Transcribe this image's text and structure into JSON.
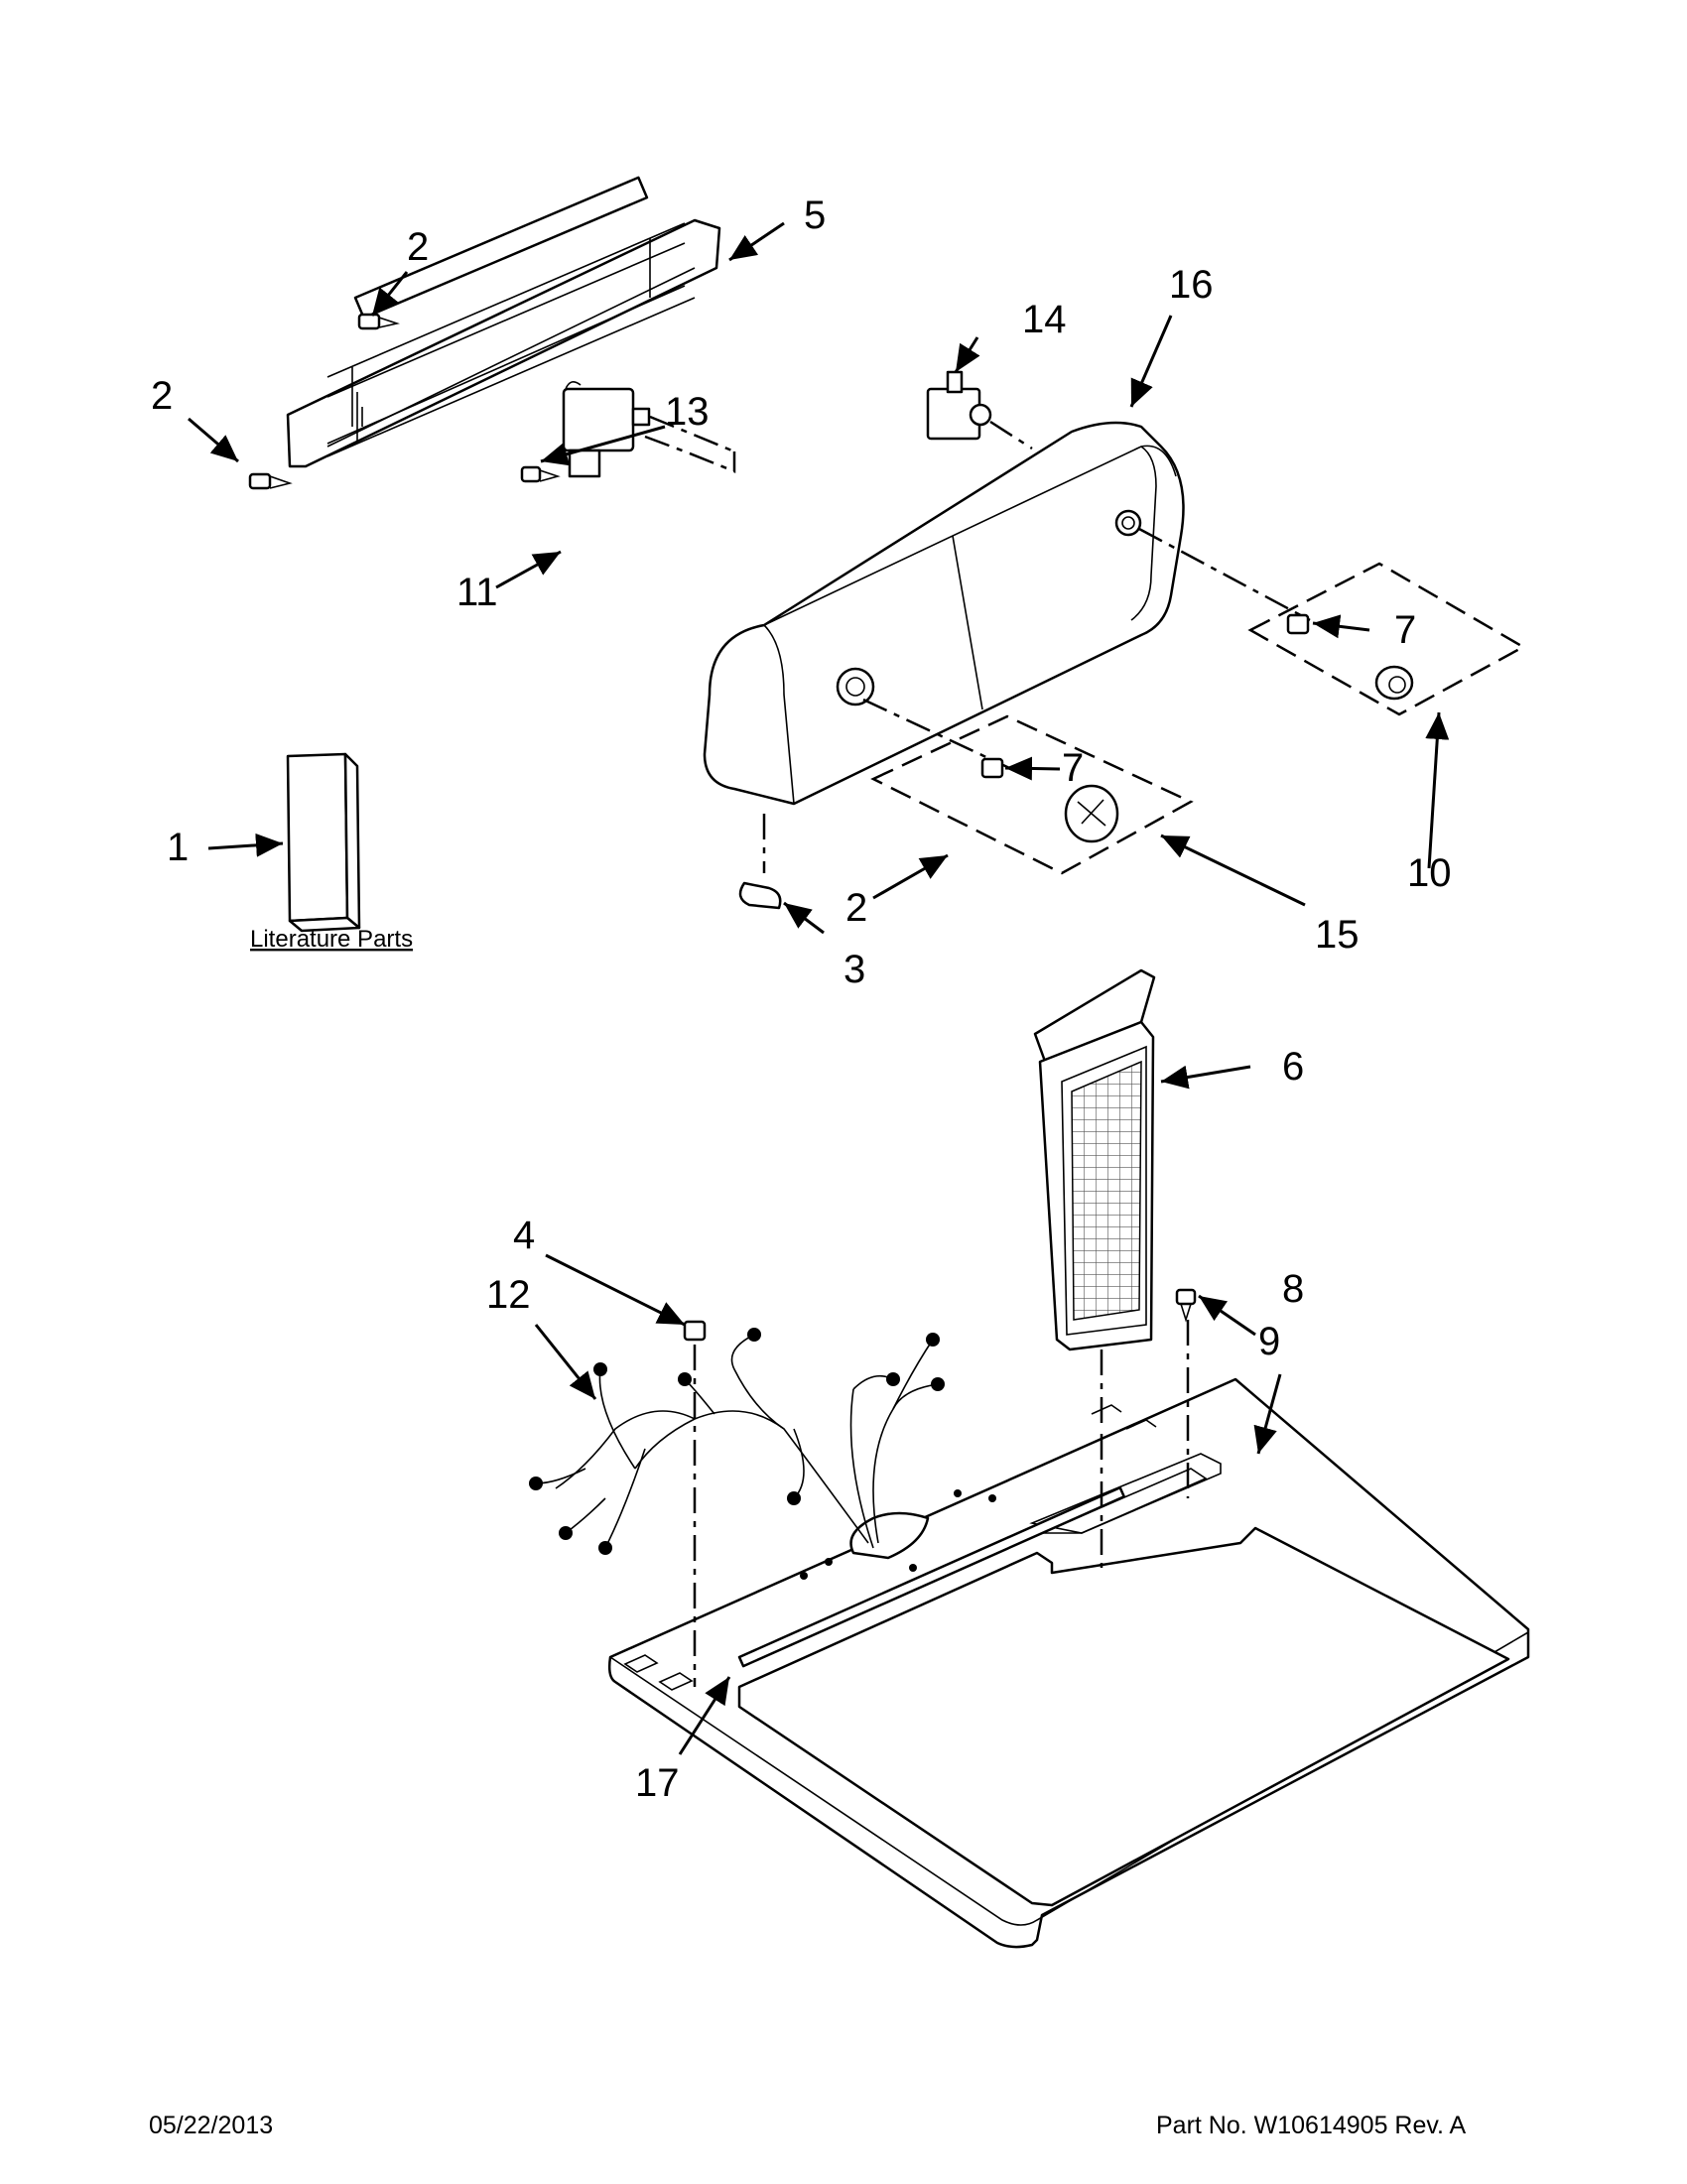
{
  "callouts": {
    "c1": "1",
    "c2a": "2",
    "c2b": "2",
    "c2c": "2",
    "c3": "3",
    "c4": "4",
    "c5": "5",
    "c6": "6",
    "c7a": "7",
    "c7b": "7",
    "c8": "8",
    "c9": "9",
    "c10": "10",
    "c11": "11",
    "c12": "12",
    "c13": "13",
    "c14": "14",
    "c15": "15",
    "c16": "16",
    "c17": "17"
  },
  "literature_label": "Literature Parts",
  "footer": {
    "date": "05/22/2013",
    "part_no": "Part No.  W10614905  Rev.  A"
  }
}
